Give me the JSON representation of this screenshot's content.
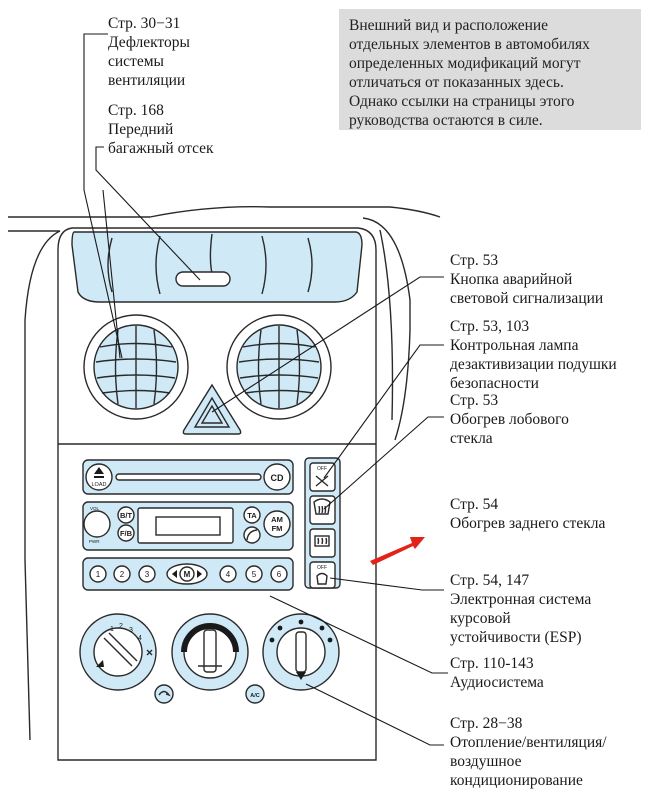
{
  "note": "Внешний вид и расположение\nотдельных элементов в автомобилях\nопределенных модификаций могут\nотличаться от показанных здесь.\nОднако ссылки на страницы этого\nруководства остаются в силе.",
  "callouts": {
    "vents": {
      "page": "Стр. 30−31",
      "desc": "Дефлекторы\nсистемы\nвентиляции"
    },
    "trunk": {
      "page": "Стр. 168",
      "desc": "Передний\nбагажный отсек"
    },
    "hazard": {
      "page": "Стр. 53",
      "desc": "Кнопка аварийной\nсветовой сигнализации"
    },
    "airbag": {
      "page": "Стр. 53, 103",
      "desc": "Контрольная лампа\nдезактивизации подушки\nбезопасности"
    },
    "windscreen": {
      "page": "Стр. 53",
      "desc": "Обогрев лобового\nстекла"
    },
    "rear": {
      "page": "Стр. 54",
      "desc": "Обогрев заднего стекла"
    },
    "esp": {
      "page": "Стр. 54, 147",
      "desc": "Электронная система\nкурсовой\nустойчивости (ESP)"
    },
    "audio": {
      "page": "Стр. 110-143",
      "desc": "Аудиосистема"
    },
    "hvac": {
      "page": "Стр. 28−38",
      "desc": "Отопление/вентиляция/\nвоздушное\nкондиционирование"
    }
  },
  "radio": {
    "load": "LOAD",
    "cd": "CD",
    "bt": "B/T",
    "fb": "F/B",
    "ta": "TA",
    "am": "AM",
    "fm": "FM",
    "m": "M",
    "vol": "VOL",
    "pwr": "PWR",
    "presets": [
      "1",
      "2",
      "3",
      "4",
      "5",
      "6"
    ]
  },
  "switches": {
    "off1": "OFF",
    "off2": "OFF"
  },
  "hvac": {
    "temp_marks": [
      "1",
      "2",
      "3",
      "4"
    ],
    "ac": "A/C"
  },
  "colors": {
    "panel_blue": "#cfe9f7",
    "outline": "#2a2a2a",
    "arrow_red": "#e2231a",
    "note_gray": "#dcdcdc"
  }
}
